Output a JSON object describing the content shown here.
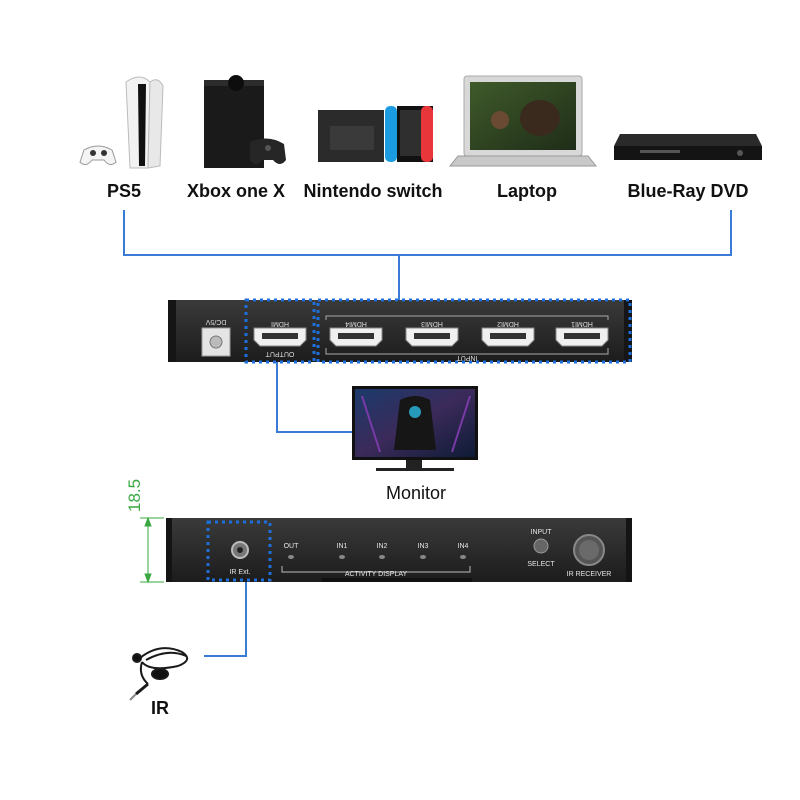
{
  "devices": [
    {
      "label": "PS5",
      "icon": "ps5-console-icon"
    },
    {
      "label": "Xbox one X",
      "icon": "xbox-console-icon"
    },
    {
      "label": "Nintendo switch",
      "icon": "nintendo-switch-icon"
    },
    {
      "label": "Laptop",
      "icon": "laptop-icon"
    },
    {
      "label": "Blue-Ray DVD",
      "icon": "bluray-player-icon"
    }
  ],
  "back_panel": {
    "power_label": "DC/5V",
    "output_port_label": "HDMI",
    "output_group_label": "OUTPUT",
    "input_ports": [
      "HDMI4",
      "HDMI3",
      "HDMI2",
      "HDMI1"
    ],
    "input_group_label": "INPUT"
  },
  "monitor_label": "Monitor",
  "front_panel": {
    "ir_ext_label": "IR Ext.",
    "indicators": [
      "OUT",
      "IN1",
      "IN2",
      "IN3",
      "IN4"
    ],
    "activity_label": "ACTIVITY DISPLAY",
    "input_label": "INPUT",
    "select_label": "SELECT",
    "ir_receiver_label": "IR RECEIVER"
  },
  "dimension_label": "18.5",
  "ir_label": "IR",
  "colors": {
    "connector": "#3a7bd5",
    "highlight": "#1e6fd9",
    "dimension": "#3aa842",
    "panel": "#2a2a2a"
  }
}
